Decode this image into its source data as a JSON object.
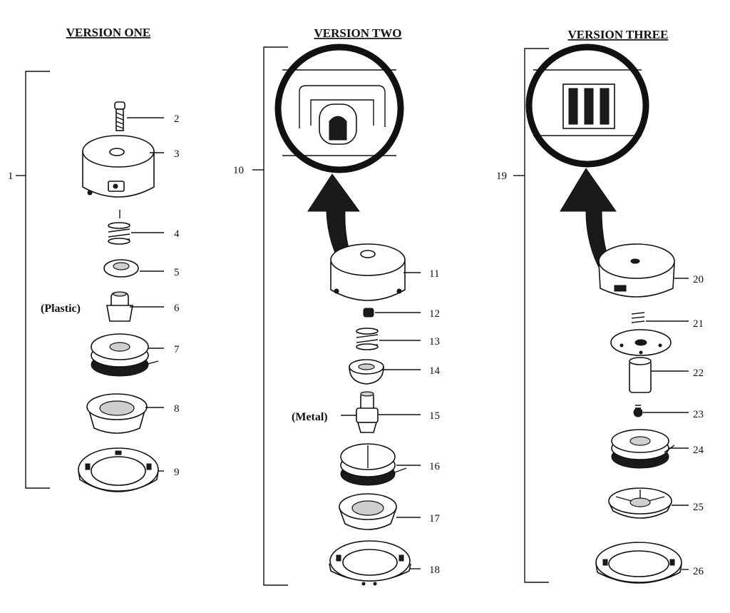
{
  "headers": {
    "v1": "VERSION ONE",
    "v2": "VERSION TWO",
    "v3": "VERSION THREE"
  },
  "notes": {
    "plastic": "(Plastic)",
    "metal": "(Metal)"
  },
  "assemblies": {
    "v1": "1",
    "v2": "10",
    "v3": "19"
  },
  "parts": {
    "p2": "2",
    "p3": "3",
    "p4": "4",
    "p5": "5",
    "p6": "6",
    "p7": "7",
    "p8": "8",
    "p9": "9",
    "p11": "11",
    "p12": "12",
    "p13": "13",
    "p14": "14",
    "p15": "15",
    "p16": "16",
    "p17": "17",
    "p18": "18",
    "p20": "20",
    "p21": "21",
    "p22": "22",
    "p23": "23",
    "p24": "24",
    "p25": "25",
    "p26": "26"
  }
}
